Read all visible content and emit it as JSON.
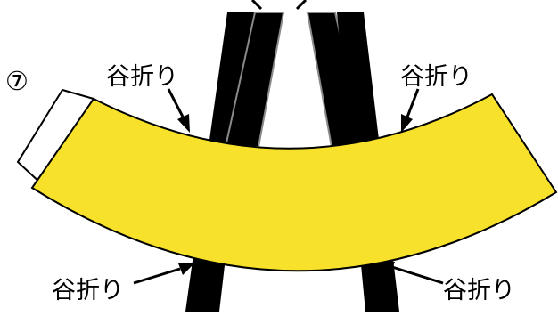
{
  "step": {
    "marker": "⑦"
  },
  "labels": {
    "top_left": "谷折り",
    "top_right": "谷折り",
    "bottom_left": "谷折り",
    "bottom_right": "谷折り"
  },
  "colors": {
    "band": "#f7e12b",
    "flap": "#ffffff",
    "stick": "#000000",
    "stick_edge": "#8a8a8a",
    "outline": "#000000"
  }
}
